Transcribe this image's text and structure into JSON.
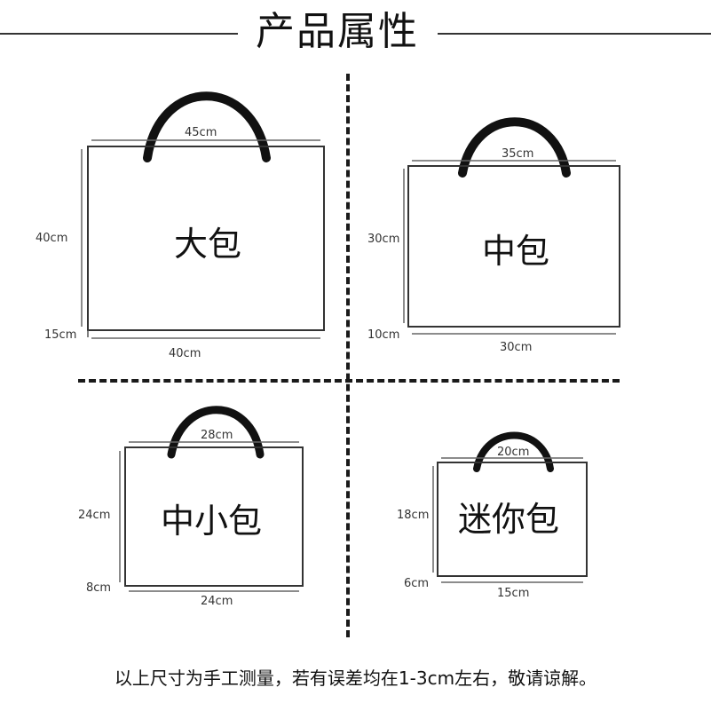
{
  "title": "产品属性",
  "bags": [
    {
      "name": "大包",
      "width_top": "45cm",
      "height": "40cm",
      "depth": "15cm",
      "width_bottom": "40cm"
    },
    {
      "name": "中包",
      "width_top": "35cm",
      "height": "30cm",
      "depth": "10cm",
      "width_bottom": "30cm"
    },
    {
      "name": "中小包",
      "width_top": "28cm",
      "height": "24cm",
      "depth": "8cm",
      "width_bottom": "24cm"
    },
    {
      "name": "迷你包",
      "width_top": "20cm",
      "height": "18cm",
      "depth": "6cm",
      "width_bottom": "15cm"
    }
  ],
  "footnote": "以上尺寸为手工测量，若有误差均在1-3cm左右，敬请谅解。"
}
